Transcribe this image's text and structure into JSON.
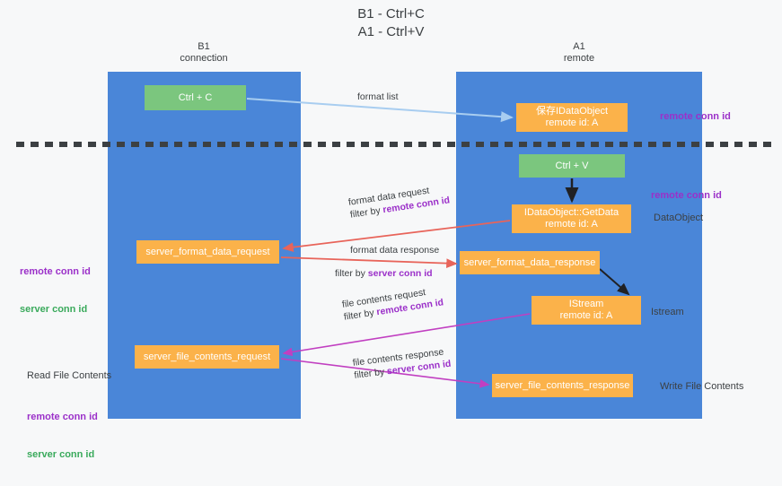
{
  "title": "B1 - Ctrl+C\nA1 - Ctrl+V",
  "lanes": [
    {
      "id": "b1",
      "heading": "B1\nconnection"
    },
    {
      "id": "a1",
      "heading": "A1\nremote"
    }
  ],
  "boxes": {
    "ctrl_c": "Ctrl + C",
    "data_object": "保存IDataObject\nremote id: A",
    "ctrl_v": "Ctrl + V",
    "get_data": "IDataObject::GetData\nremote id: A",
    "server_format_data_request": "server_format_data_request",
    "server_format_data_response": "server_format_data_response",
    "istream": "IStream\nremote id: A",
    "server_file_contents_request": "server_file_contents_request",
    "server_file_contents_response": "server_file_contents_response"
  },
  "notes": {
    "remote_conn_id_top": "remote conn id",
    "remote_conn_id_mid": "remote conn id",
    "data_object": "DataObject",
    "istream": "Istream",
    "write_file_contents": "Write File Contents",
    "read_file_contents": "Read File Contents",
    "remote_conn_id": "remote conn id",
    "server_conn_id": "server conn id"
  },
  "edge_labels": {
    "format_list": "format list",
    "format_data_request": "format data request",
    "filter_by_remote_conn_prefix": "filter by ",
    "filter_by_server_conn_prefix": "filter by ",
    "remote_conn_id": "remote conn id",
    "server_conn_id": "server conn id",
    "format_data_response": "format data response",
    "file_contents_request": "file contents request",
    "file_contents_response": "file contents response"
  },
  "colors": {
    "lane": "#4a86d8",
    "green_box": "#7bc67e",
    "orange_box": "#fbb24a",
    "purple": "#9b30c9",
    "green_text": "#3aaa5c",
    "arrow_blue": "#a8cdf0",
    "arrow_red": "#e8645a",
    "arrow_magenta": "#c13fc1",
    "arrow_black": "#202124",
    "divider": "#3c4043",
    "background": "#f7f8f9"
  }
}
